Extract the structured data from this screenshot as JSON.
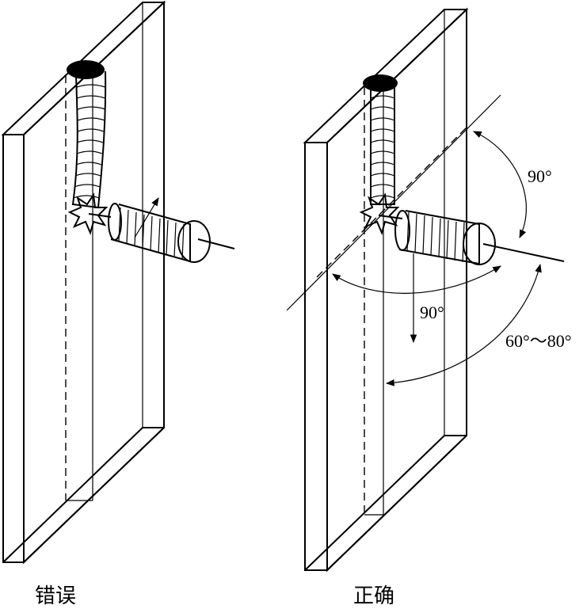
{
  "panels": {
    "wrong": {
      "caption": "错误"
    },
    "right": {
      "caption": "正确",
      "angle_top": "90°",
      "angle_bottom": "90°",
      "angle_electrode": "60°～80°"
    }
  }
}
